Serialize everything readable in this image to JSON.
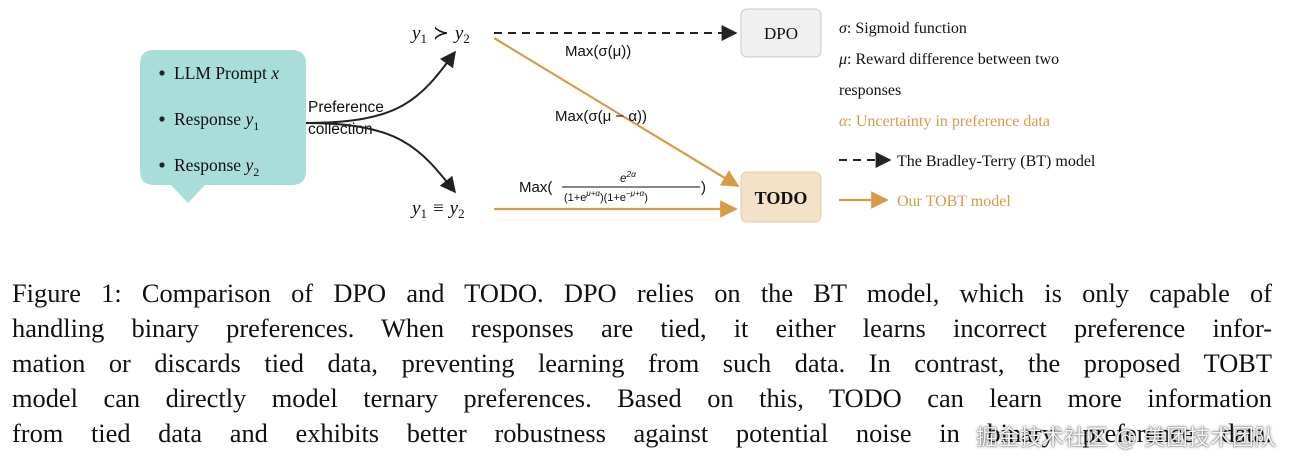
{
  "figure": {
    "prompt_box": {
      "items": [
        {
          "text": "LLM Prompt ",
          "var": "x",
          "sub": ""
        },
        {
          "text": "Response ",
          "var": "y",
          "sub": "1"
        },
        {
          "text": "Response ",
          "var": "y",
          "sub": "2"
        }
      ]
    },
    "preference_label": [
      "Preference",
      "collection"
    ],
    "top_pair": {
      "y1": "y",
      "s1": "1",
      "rel": "≻",
      "y2": "y",
      "s2": "2"
    },
    "bottom_pair": {
      "y1": "y",
      "s1": "1",
      "rel": "≡",
      "y2": "y",
      "s2": "2"
    },
    "dpo_box": "DPO",
    "todo_box": "TODO",
    "edge_labels": {
      "top": "Max(σ(μ))",
      "diagonal": "Max(σ(μ − α))",
      "bottom_prefix": "Max(",
      "bottom_num": "e",
      "bottom_num_sup": "2α",
      "bottom_den": "(1+e",
      "bottom_den_sup1": "μ+α",
      "bottom_den_mid": ")(1+e",
      "bottom_den_sup2": "−μ+α",
      "bottom_den_end": ")",
      "bottom_suffix": ")"
    },
    "legend": {
      "sigma": {
        "symbol": "σ",
        "text": ": Sigmoid function"
      },
      "mu": {
        "symbol": "μ",
        "text": ": Reward difference between two"
      },
      "mu_cont": "responses",
      "alpha": {
        "symbol": "α",
        "text": ": Uncertainty in preference data"
      },
      "bt": "The Bradley-Terry (BT) model",
      "tobt": "Our TOBT model"
    },
    "colors": {
      "teal": "#a9ddd9",
      "orange": "#d89b45",
      "todo_fill": "#f3e2c8",
      "dpo_fill": "#f0f0f0"
    }
  },
  "caption": [
    "Figure 1: Comparison of DPO and TODO. DPO relies on the BT model, which is only capable of",
    "handling binary preferences.  When responses are tied, it either learns incorrect preference infor-",
    "mation or discards tied data, preventing learning from such data. In contrast, the proposed TOBT",
    "model can directly model ternary preferences. Based on this, TODO can learn more information",
    "from tied data and exhibits better robustness against potential noise in binary preference data."
  ],
  "watermark": "掘金技术社区 @ 美团技术团队"
}
